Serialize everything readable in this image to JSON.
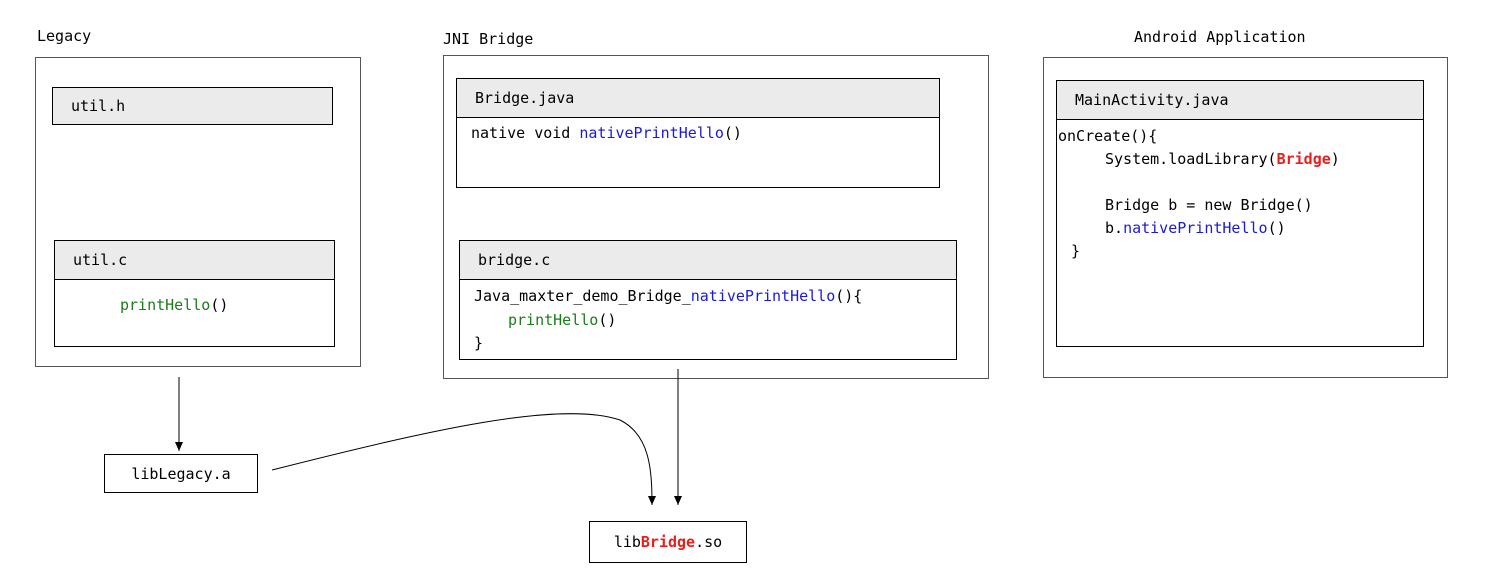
{
  "columns": {
    "legacy": {
      "title": "Legacy",
      "header_file": "util.h",
      "source_file": "util.c",
      "source_code": {
        "fn": "printHello",
        "suffix": "()"
      }
    },
    "jni_bridge": {
      "title": "JNI Bridge",
      "java_file": "Bridge.java",
      "java_code": {
        "prefix": "native void ",
        "fn": "nativePrintHello",
        "suffix": "()"
      },
      "c_file": "bridge.c",
      "c_code": {
        "line1_prefix": "Java_maxter_demo_Bridge_",
        "line1_fn": "nativePrintHello",
        "line1_suffix": "(){",
        "line2_fn": "printHello",
        "line2_suffix": "()",
        "line3": "}"
      }
    },
    "android_app": {
      "title": "Android Application",
      "file": "MainActivity.java",
      "code": {
        "line1": "onCreate(){",
        "line2_prefix": "System.loadLibrary(",
        "line2_lib": "Bridge",
        "line2_suffix": ")",
        "line3": "Bridge b = new Bridge()",
        "line4_prefix": "b.",
        "line4_fn": "nativePrintHello",
        "line4_suffix": "()",
        "line5": "}"
      }
    }
  },
  "outputs": {
    "static_lib": "libLegacy.a",
    "shared_lib": {
      "prefix": "lib",
      "name": "Bridge",
      "suffix": ".so"
    }
  },
  "colors": {
    "function_call": "#1a1ad6",
    "legacy_function": "#1a7d1a",
    "library_name": "#e8201d"
  }
}
